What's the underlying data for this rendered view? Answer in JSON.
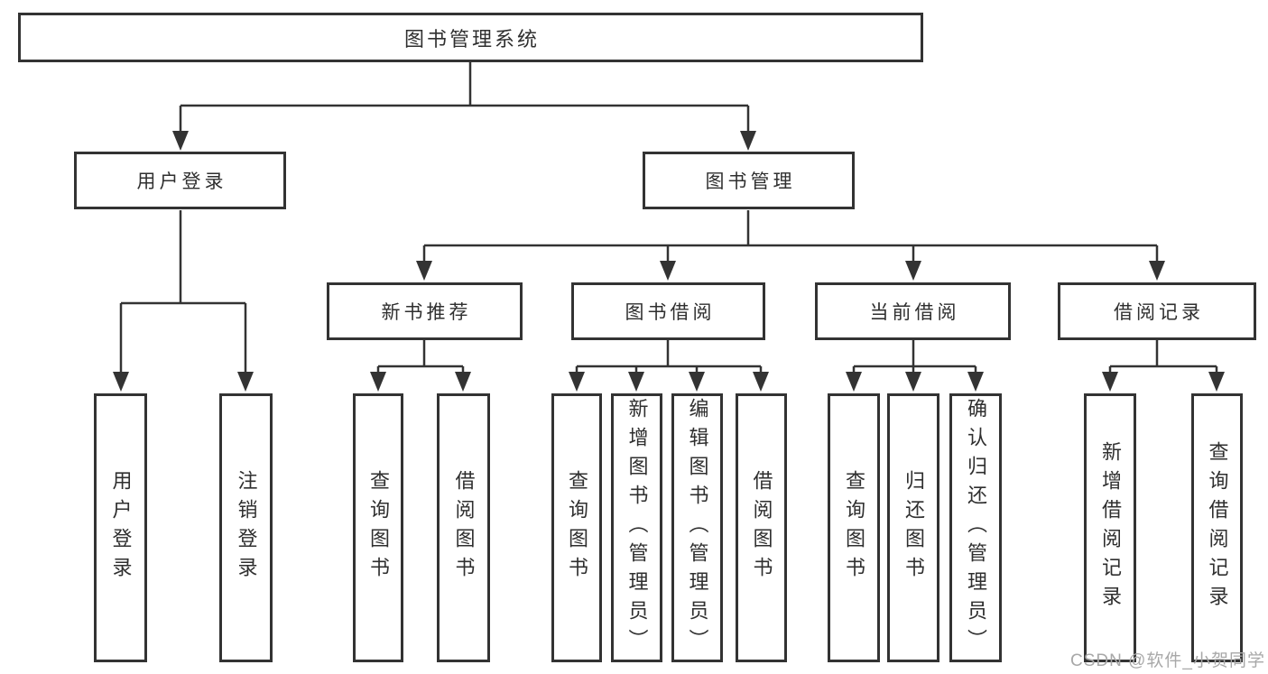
{
  "diagram": {
    "type": "hierarchy-tree",
    "watermark": "CSDN @软件_小贺同学",
    "colors": {
      "line": "#333333",
      "box_border": "#333333",
      "box_background": "#ffffff",
      "text": "#2f2f2f",
      "watermark": "#a8a8a8",
      "page_background": "#ffffff"
    },
    "tree": {
      "label": "图书管理系统",
      "children": [
        {
          "label": "用户登录",
          "children": [
            {
              "label": "用户登录"
            },
            {
              "label": "注销登录"
            }
          ]
        },
        {
          "label": "图书管理",
          "children": [
            {
              "label": "新书推荐",
              "children": [
                {
                  "label": "查询图书"
                },
                {
                  "label": "借阅图书"
                }
              ]
            },
            {
              "label": "图书借阅",
              "children": [
                {
                  "label": "查询图书"
                },
                {
                  "label": "新增图书（管理员）"
                },
                {
                  "label": "编辑图书（管理员）"
                },
                {
                  "label": "借阅图书"
                }
              ]
            },
            {
              "label": "当前借阅",
              "children": [
                {
                  "label": "查询图书"
                },
                {
                  "label": "归还图书"
                },
                {
                  "label": "确认归还（管理员）"
                }
              ]
            },
            {
              "label": "借阅记录",
              "children": [
                {
                  "label": "新增借阅记录"
                },
                {
                  "label": "查询借阅记录"
                }
              ]
            }
          ]
        }
      ]
    }
  }
}
